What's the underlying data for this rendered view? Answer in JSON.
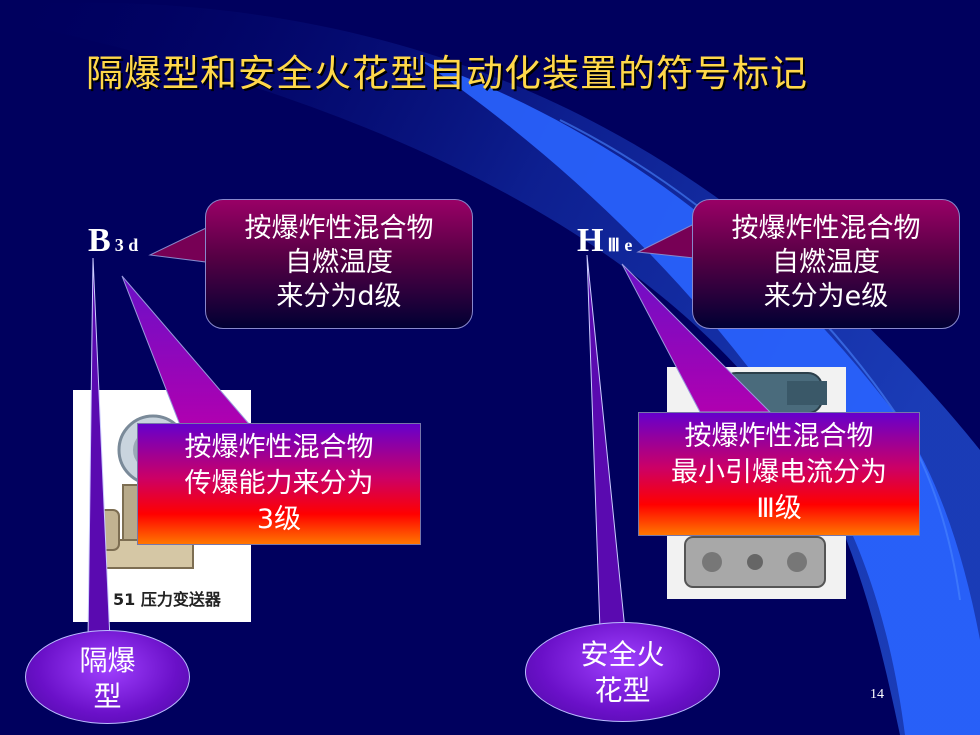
{
  "title": "隔爆型和安全火花型自动化装置的符号标记",
  "left": {
    "symbol_main": "B",
    "symbol_sub": "3 d",
    "callout_top": [
      "按爆炸性混合物",
      "自燃温度",
      "来分为d级"
    ],
    "callout_mid": [
      "按爆炸性混合物",
      "传爆能力来分为",
      "3级"
    ],
    "photo_caption": "51 压力变送器",
    "oval": [
      "隔爆",
      "型"
    ]
  },
  "right": {
    "symbol_main": "H",
    "symbol_sub": "Ⅲ e",
    "callout_top": [
      "按爆炸性混合物",
      "自燃温度",
      "来分为e级"
    ],
    "callout_mid": [
      "按爆炸性混合物",
      "最小引爆电流分为",
      "Ⅲ级"
    ],
    "oval": [
      "安全火",
      "花型"
    ]
  },
  "page_number": "14",
  "colors": {
    "background": "#00005e",
    "title": "#ffd84a",
    "accent_blue": "#2a64ff"
  }
}
